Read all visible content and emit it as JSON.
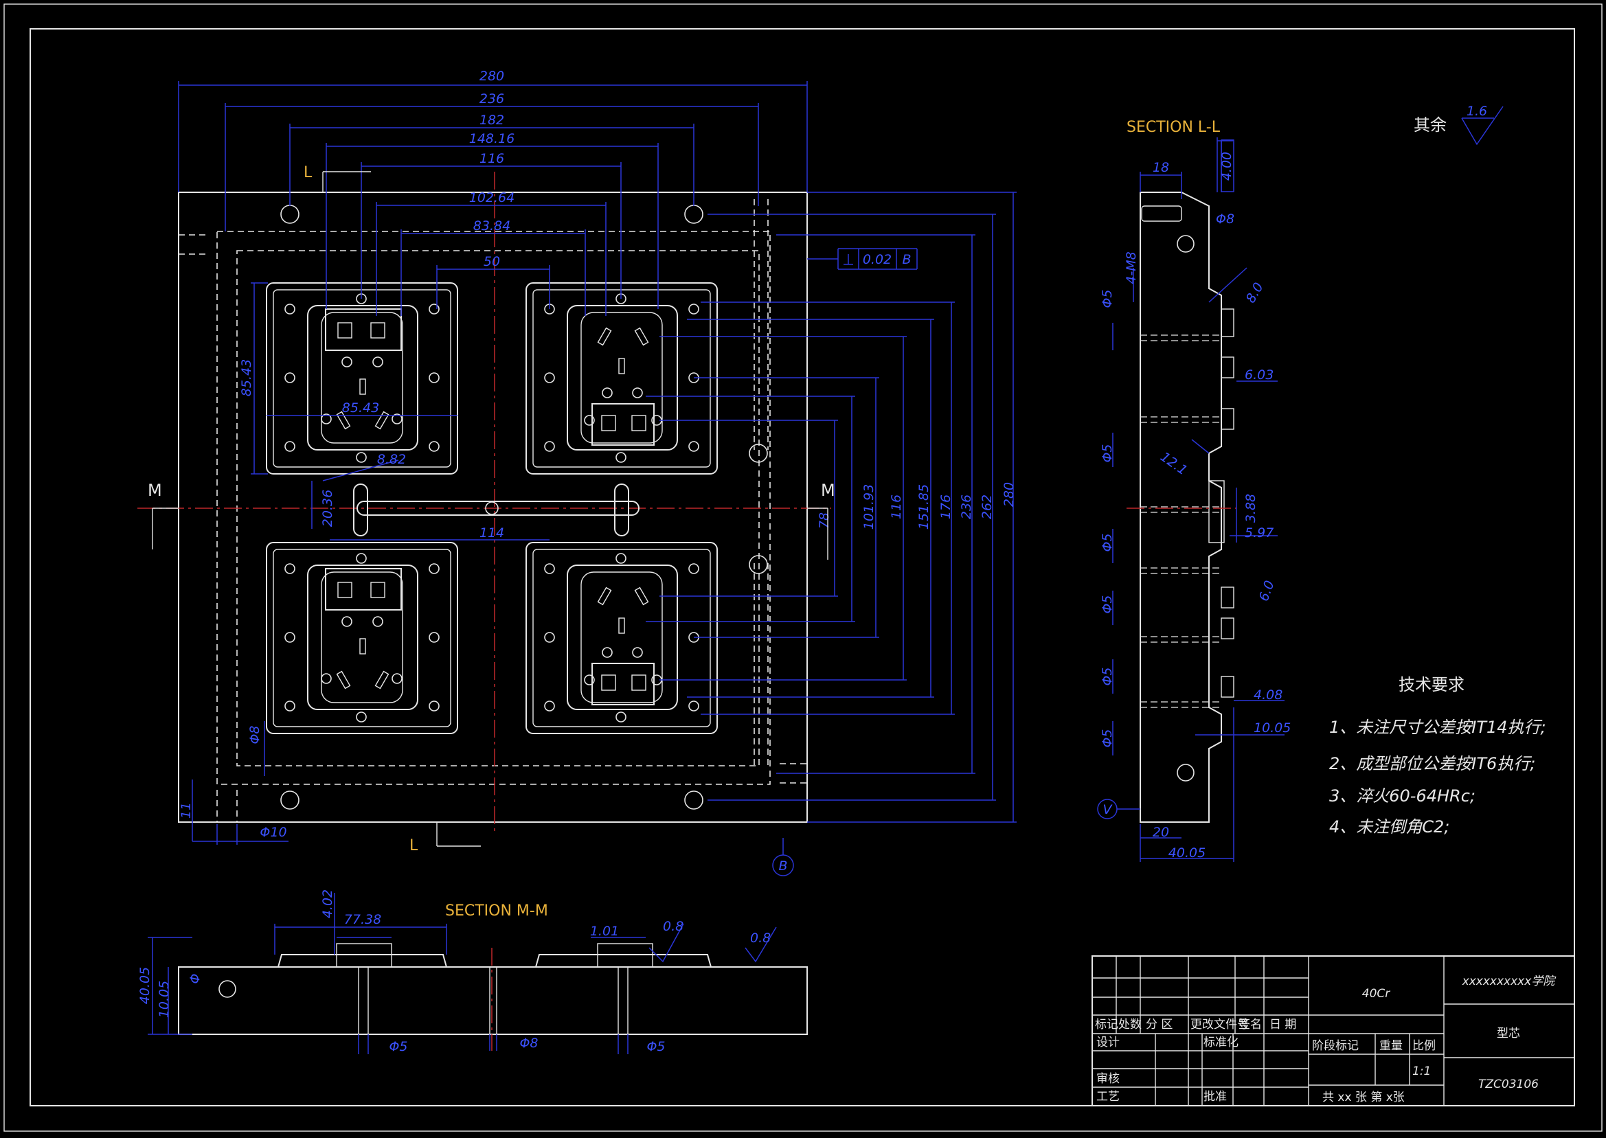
{
  "sections": {
    "section_ll": "SECTION L-L",
    "section_mm": "SECTION M-M",
    "cut_l": "L",
    "cut_m": "M"
  },
  "dimensions": {
    "top_280": "280",
    "top_236": "236",
    "top_182": "182",
    "top_148": "148.16",
    "top_116": "116",
    "top_10264": "102.64",
    "top_8384": "83.84",
    "top_50": "50",
    "right_280": "280",
    "right_262": "262",
    "right_236": "236",
    "right_176": "176",
    "right_15185": "151.85",
    "right_116": "116",
    "right_10193": "101.93",
    "right_78": "78",
    "left_8543": "85.43",
    "mid_8543": "85.43",
    "mid_2036": "20.36",
    "mid_882": "8.82",
    "mid_114": "114",
    "phi8": "Φ8",
    "phi10": "Φ10",
    "d11": "11",
    "flat_0_02": "0.02",
    "flat_b": "B",
    "datum_b": "B",
    "ll_18": "18",
    "ll_phi8": "Φ8",
    "ll_4m8": "4-M8",
    "ll_phi5a": "Φ5",
    "ll_phi5b": "Φ5",
    "ll_phi5c": "Φ5",
    "ll_phi5d": "Φ5",
    "ll_phi5e": "Φ5",
    "ll_phi5f": "Φ5",
    "ll_8": "8.0",
    "ll_603": "6.03",
    "ll_121": "12.1",
    "ll_388": "3.88",
    "ll_597": "5.97",
    "ll_60": "6.0",
    "ll_408": "4.08",
    "ll_1005": "10.05",
    "ll_20": "20",
    "ll_4005": "40.05",
    "ll_16": "1.6",
    "ll_vert": "4.00",
    "datum_v": "V",
    "mm_402": "4.02",
    "mm_7738": "77.38",
    "mm_101": "1.01",
    "mm_08a": "0.8",
    "mm_08b": "0.8",
    "mm_4005": "40.05",
    "mm_1005": "10.05",
    "mm_phi5a": "Φ5",
    "mm_phi8": "Φ8",
    "mm_phi5b": "Φ5",
    "mm_phi": "Φ"
  },
  "notes": {
    "rest_label": "其余",
    "rest_value": "1.6",
    "title": "技术要求",
    "items": [
      "1、未注尺寸公差按IT14执行;",
      "2、成型部位公差按IT6执行;",
      "3、淬火60-64HRc;",
      "4、未注倒角C2;"
    ]
  },
  "title_block": {
    "material": "40Cr",
    "school": "xxxxxxxxxx学院",
    "part_name": "型芯",
    "drawing_no": "TZC03106",
    "h_mark": "标记",
    "h_count": "处数",
    "h_zone": "分 区",
    "h_doc": "更改文件号",
    "h_sign": "签名",
    "h_date": "日 期",
    "design": "设计",
    "standard": "标准化",
    "review": "审核",
    "process": "工艺",
    "approve": "批准",
    "stage": "阶段标记",
    "weight": "重量",
    "scale_label": "比例",
    "scale": "1:1",
    "sheets": "共 xx 张  第 x张"
  }
}
